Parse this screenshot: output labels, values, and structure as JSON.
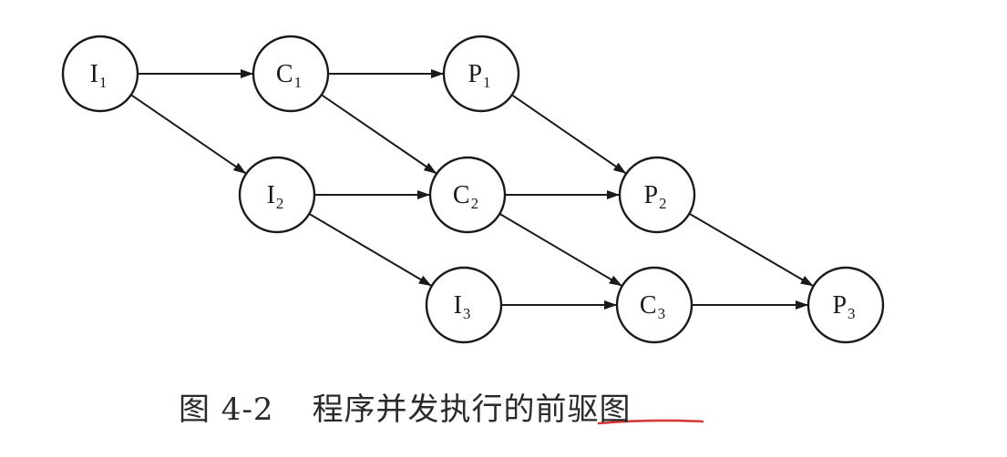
{
  "diagram": {
    "nodes": [
      {
        "id": "I1",
        "letter": "I",
        "sub": "1"
      },
      {
        "id": "C1",
        "letter": "C",
        "sub": "1"
      },
      {
        "id": "P1",
        "letter": "P",
        "sub": "1"
      },
      {
        "id": "I2",
        "letter": "I",
        "sub": "2"
      },
      {
        "id": "C2",
        "letter": "C",
        "sub": "2"
      },
      {
        "id": "P2",
        "letter": "P",
        "sub": "2"
      },
      {
        "id": "I3",
        "letter": "I",
        "sub": "3"
      },
      {
        "id": "C3",
        "letter": "C",
        "sub": "3"
      },
      {
        "id": "P3",
        "letter": "P",
        "sub": "3"
      }
    ],
    "edges": [
      {
        "from": "I1",
        "to": "C1"
      },
      {
        "from": "C1",
        "to": "P1"
      },
      {
        "from": "I1",
        "to": "I2"
      },
      {
        "from": "C1",
        "to": "C2"
      },
      {
        "from": "P1",
        "to": "P2"
      },
      {
        "from": "I2",
        "to": "C2"
      },
      {
        "from": "C2",
        "to": "P2"
      },
      {
        "from": "I2",
        "to": "I3"
      },
      {
        "from": "C2",
        "to": "C3"
      },
      {
        "from": "P2",
        "to": "P3"
      },
      {
        "from": "I3",
        "to": "C3"
      },
      {
        "from": "C3",
        "to": "P3"
      }
    ]
  },
  "caption": {
    "number": "图 4-2",
    "title": "程序并发执行的前驱图"
  },
  "annotation": {
    "underline_color": "#d43a3a"
  }
}
